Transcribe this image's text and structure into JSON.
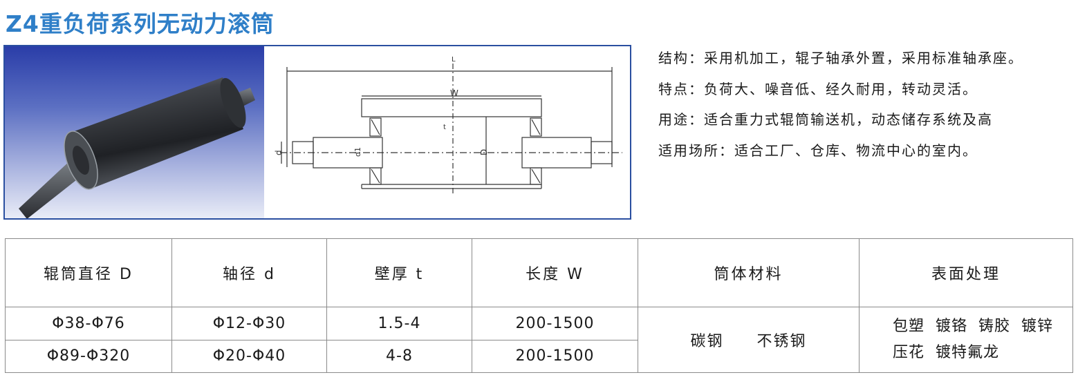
{
  "title": "Z4重负荷系列无动力滚筒",
  "description": [
    "结构：采用机加工，辊子轴承外置，采用标准轴承座。",
    "特点：负荷大、噪音低、经久耐用，转动灵活。",
    "用途：适合重力式辊筒输送机，动态储存系统及高",
    "适用场所：适合工厂、仓库、物流中心的室内。"
  ],
  "drawing_labels": {
    "L": "L",
    "W": "W",
    "D": "D",
    "d": "d",
    "d1": "d1",
    "t": "t"
  },
  "table": {
    "headers": [
      "辊筒直径 D",
      "轴径 d",
      "壁厚 t",
      "长度 W",
      "筒体材料",
      "表面处理"
    ],
    "rows": [
      [
        "Φ38-Φ76",
        "Φ12-Φ30",
        "1.5-4",
        "200-1500"
      ],
      [
        "Φ89-Φ320",
        "Φ20-Φ40",
        "4-8",
        "200-1500"
      ]
    ],
    "materials": [
      "碳钢",
      "不锈钢"
    ],
    "surface_treatments": [
      "包塑",
      "镀铬",
      "铸胶",
      "镀锌",
      "压花",
      "镀特氟龙"
    ]
  },
  "colors": {
    "title": "#2f7fc8",
    "frame_border": "#2a4fa0",
    "table_border": "#8a8a8a"
  }
}
